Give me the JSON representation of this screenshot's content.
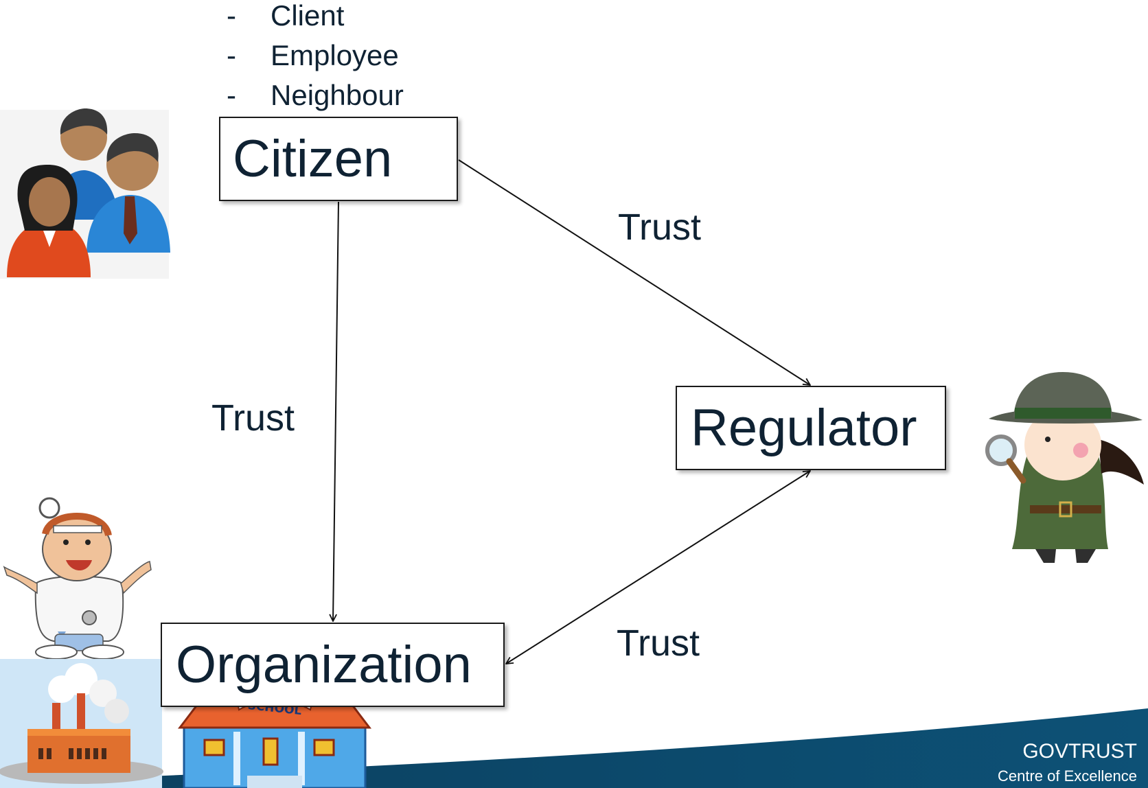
{
  "audience_list": {
    "items": [
      {
        "marker": "-",
        "label": "Client"
      },
      {
        "marker": "-",
        "label": "Employee"
      },
      {
        "marker": "-",
        "label": "Neighbour"
      }
    ]
  },
  "nodes": {
    "citizen": "Citizen",
    "regulator": "Regulator",
    "organization": "Organization"
  },
  "edges": [
    {
      "from": "Citizen",
      "to": "Regulator",
      "label": "Trust"
    },
    {
      "from": "Citizen",
      "to": "Organization",
      "label": "Trust"
    },
    {
      "from": "Regulator",
      "to": "Organization",
      "label": "Trust",
      "bidirectional": true
    }
  ],
  "illustrations": {
    "school_sign": "SCHOOL"
  },
  "footer": {
    "brand": "GOVTRUST",
    "subtitle": "Centre of Excellence",
    "band_color": "#0c4a6e"
  }
}
